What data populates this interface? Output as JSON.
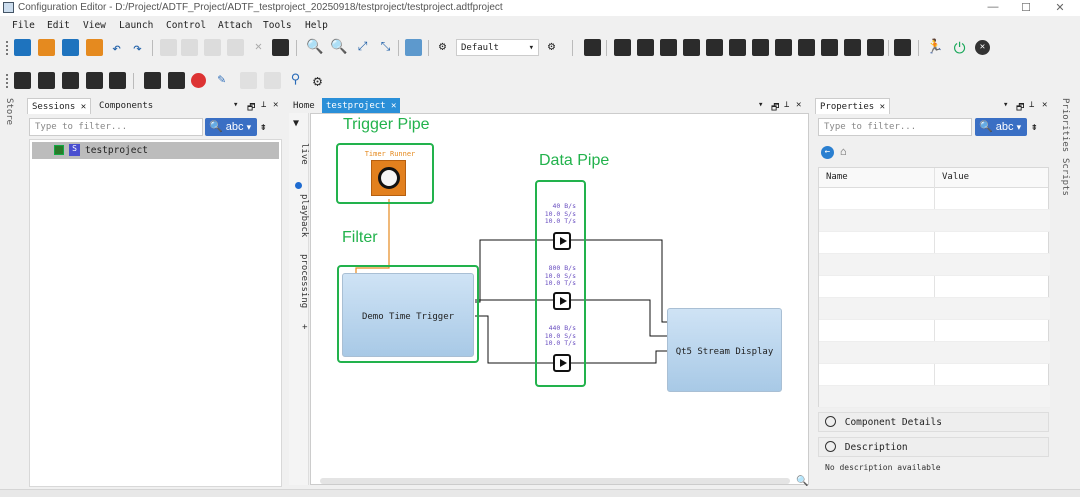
{
  "window": {
    "title": "Configuration Editor - D:/Project/ADTF_Project/ADTF_testproject_20250918/testproject/testproject.adtfproject",
    "minimize": "—",
    "maximize": "☐",
    "close": "✕"
  },
  "menu": [
    "File",
    "Edit",
    "View",
    "Launch",
    "Control",
    "Attach",
    "Tools",
    "Help"
  ],
  "toolbar": {
    "profile_combo": "Default"
  },
  "side_left_label": "Store",
  "side_right_labels": [
    "Priorities",
    "Scripts"
  ],
  "sessions_panel": {
    "tabs": [
      "Sessions",
      "Components"
    ],
    "filter_placeholder": "Type to filter...",
    "search_btn": "abc",
    "tree": [
      {
        "badge": "S",
        "label": "testproject"
      }
    ]
  },
  "editor": {
    "tabs": [
      "Home",
      "testproject"
    ],
    "side_tabs": [
      "live",
      "playback",
      "processing",
      "+"
    ],
    "trigger_pipe_label": "Trigger Pipe",
    "data_pipe_label": "Data Pipe",
    "filter_label": "Filter",
    "timer_runner_label": "Timer Runner",
    "demo_block_label": "Demo Time Trigger",
    "display_block_label": "Qt5 Stream Display",
    "pipes": [
      {
        "rate": "40 B/s",
        "samples": "10.0 S/s",
        "triggers": "10.0 T/s"
      },
      {
        "rate": "800 B/s",
        "samples": "10.0 S/s",
        "triggers": "10.0 T/s"
      },
      {
        "rate": "440 B/s",
        "samples": "10.0 S/s",
        "triggers": "10.0 T/s"
      }
    ]
  },
  "properties_panel": {
    "title": "Properties",
    "filter_placeholder": "Type to filter...",
    "search_btn": "abc",
    "col_name": "Name",
    "col_value": "Value",
    "component_details": "Component Details",
    "description_title": "Description",
    "description_text": "No description available"
  }
}
